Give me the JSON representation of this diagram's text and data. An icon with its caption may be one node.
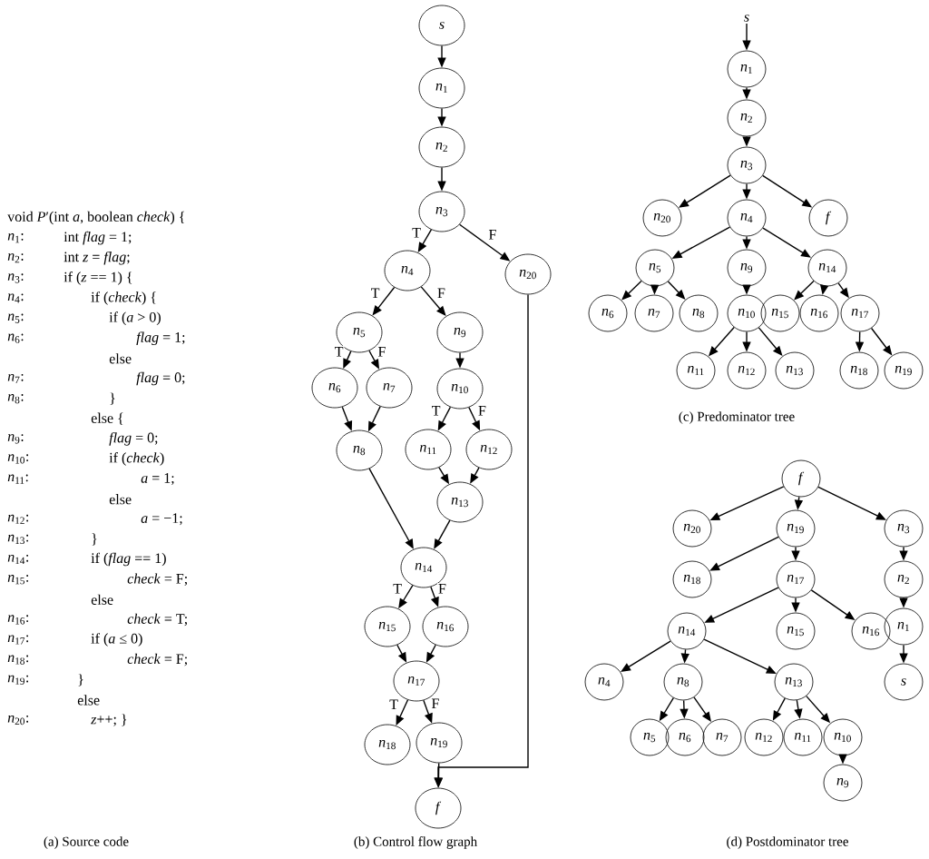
{
  "diagram": {
    "nodes": [
      {
        "text": [
          "*s*"
        ]
      },
      {
        "text": [
          "*n*$_{1}$"
        ]
      },
      {
        "text": [
          "*n*$_{2}$"
        ]
      },
      {
        "text": [
          "*n*$_{3}$"
        ]
      },
      {
        "text": [
          "*n*$_{4}$"
        ]
      },
      {
        "text": [
          "*n*$_{20}$"
        ]
      },
      {
        "text": [
          "*n*$_{5}$"
        ]
      },
      {
        "text": [
          "*n*$_{9}$"
        ]
      },
      {
        "text": [
          "*n*$_{6}$"
        ]
      },
      {
        "text": [
          "*n*$_{7}$"
        ]
      },
      {
        "text": [
          "*n*$_{10}$"
        ]
      },
      {
        "text": [
          "*n*$_{8}$"
        ]
      },
      {
        "text": [
          "*n*$_{11}$"
        ]
      },
      {
        "text": [
          "*n*$_{12}$"
        ]
      },
      {
        "text": [
          "*n*$_{13}$"
        ]
      },
      {
        "text": [
          "*n*$_{14}$"
        ]
      },
      {
        "text": [
          "*n*$_{15}$"
        ]
      },
      {
        "text": [
          "*n*$_{16}$"
        ]
      },
      {
        "text": [
          "*n*$_{17}$"
        ]
      },
      {
        "text": [
          "*n*$_{18}$"
        ]
      },
      {
        "text": [
          "*n*$_{19}$"
        ]
      },
      {
        "text": [
          "*f*"
        ]
      },
      {
        "text": [
          "*s*"
        ]
      },
      {
        "text": [
          "*n*$_{1}$"
        ]
      },
      {
        "text": [
          "*n*$_{2}$"
        ]
      },
      {
        "text": [
          "*n*$_{3}$"
        ]
      },
      {
        "text": [
          "*n*$_{20}$"
        ]
      },
      {
        "text": [
          "*n*$_{4}$"
        ]
      },
      {
        "text": [
          "*f*"
        ]
      },
      {
        "text": [
          "*n*$_{5}$"
        ]
      },
      {
        "text": [
          "*n*$_{9}$"
        ]
      },
      {
        "text": [
          "*n*$_{14}$"
        ]
      },
      {
        "text": [
          "*n*$_{6}$"
        ]
      },
      {
        "text": [
          "*n*$_{7}$"
        ]
      },
      {
        "text": [
          "*n*$_{8}$"
        ]
      },
      {
        "text": [
          "*n*$_{10}$"
        ]
      },
      {
        "text": [
          "*n*$_{15}$"
        ]
      },
      {
        "text": [
          "*n*$_{16}$"
        ]
      },
      {
        "text": [
          "*n*$_{17}$"
        ]
      },
      {
        "text": [
          "*n*$_{11}$"
        ]
      },
      {
        "text": [
          "*n*$_{12}$"
        ]
      },
      {
        "text": [
          "*n*$_{13}$"
        ]
      },
      {
        "text": [
          "*n*$_{18}$"
        ]
      },
      {
        "text": [
          "*n*$_{19}$"
        ]
      },
      {
        "text": [
          "*f*"
        ]
      },
      {
        "text": [
          "*n*$_{20}$"
        ]
      },
      {
        "text": [
          "*n*$_{19}$"
        ]
      },
      {
        "text": [
          "*n*$_{3}$"
        ]
      },
      {
        "text": [
          "*n*$_{18}$"
        ]
      },
      {
        "text": [
          "*n*$_{17}$"
        ]
      },
      {
        "text": [
          "*n*$_{2}$"
        ]
      },
      {
        "text": [
          "*n*$_{14}$"
        ]
      },
      {
        "text": [
          "*n*$_{15}$"
        ]
      },
      {
        "text": [
          "*n*$_{16}$"
        ]
      },
      {
        "text": [
          "*n*$_{1}$"
        ]
      },
      {
        "text": [
          "*n*$_{4}$"
        ]
      },
      {
        "text": [
          "*n*$_{8}$"
        ]
      },
      {
        "text": [
          "*n*$_{13}$"
        ]
      },
      {
        "text": [
          "*s*"
        ]
      },
      {
        "text": [
          "*n*$_{5}$"
        ]
      },
      {
        "text": [
          "*n*$_{6}$"
        ]
      },
      {
        "text": [
          "*n*$_{7}$"
        ]
      },
      {
        "text": [
          "*n*$_{12}$"
        ]
      },
      {
        "text": [
          "*n*$_{11}$"
        ]
      },
      {
        "text": [
          "*n*$_{10}$"
        ]
      },
      {
        "text": [
          "*n*$_{9}$"
        ]
      }
    ],
    "edges": [
      {
        "from": 0,
        "to": 1,
        "arrow": "to"
      },
      {
        "from": 1,
        "to": 2,
        "arrow": "to"
      },
      {
        "from": 2,
        "to": 3,
        "arrow": "to"
      },
      {
        "from": 3,
        "to": 4,
        "arrow": "to",
        "label": "T"
      },
      {
        "from": 3,
        "to": 5,
        "arrow": "to",
        "label": "F"
      },
      {
        "from": 4,
        "to": 6,
        "arrow": "to",
        "label": "T"
      },
      {
        "from": 4,
        "to": 7,
        "arrow": "to",
        "label": "F"
      },
      {
        "from": 6,
        "to": 8,
        "arrow": "to",
        "label": "T"
      },
      {
        "from": 6,
        "to": 9,
        "arrow": "to",
        "label": "F"
      },
      {
        "from": 7,
        "to": 10,
        "arrow": "to"
      },
      {
        "from": 8,
        "to": 11,
        "arrow": "to"
      },
      {
        "from": 9,
        "to": 11,
        "arrow": "to"
      },
      {
        "from": 10,
        "to": 12,
        "arrow": "to",
        "label": "T"
      },
      {
        "from": 10,
        "to": 13,
        "arrow": "to",
        "label": "F"
      },
      {
        "from": 12,
        "to": 14,
        "arrow": "to"
      },
      {
        "from": 13,
        "to": 14,
        "arrow": "to"
      },
      {
        "from": 11,
        "to": 15,
        "arrow": "to"
      },
      {
        "from": 14,
        "to": 15,
        "arrow": "to"
      },
      {
        "from": 15,
        "to": 16,
        "arrow": "to",
        "label": "T"
      },
      {
        "from": 15,
        "to": 17,
        "arrow": "to",
        "label": "F"
      },
      {
        "from": 16,
        "to": 18,
        "arrow": "to"
      },
      {
        "from": 17,
        "to": 18,
        "arrow": "to"
      },
      {
        "from": 18,
        "to": 19,
        "arrow": "to",
        "label": "T"
      },
      {
        "from": 18,
        "to": 20,
        "arrow": "to",
        "label": "F"
      },
      {
        "from": 20,
        "to": 21,
        "arrow": "to"
      },
      {
        "from": 5,
        "to": 21,
        "arrow": "to"
      },
      {
        "from": 22,
        "to": 23,
        "arrow": "to"
      },
      {
        "from": 23,
        "to": 24,
        "arrow": "to"
      },
      {
        "from": 24,
        "to": 25,
        "arrow": "to"
      },
      {
        "from": 25,
        "to": 26,
        "arrow": "to"
      },
      {
        "from": 25,
        "to": 27,
        "arrow": "to"
      },
      {
        "from": 25,
        "to": 28,
        "arrow": "to"
      },
      {
        "from": 27,
        "to": 29,
        "arrow": "to"
      },
      {
        "from": 27,
        "to": 30,
        "arrow": "to"
      },
      {
        "from": 27,
        "to": 31,
        "arrow": "to"
      },
      {
        "from": 29,
        "to": 32,
        "arrow": "to"
      },
      {
        "from": 29,
        "to": 33,
        "arrow": "to"
      },
      {
        "from": 29,
        "to": 34,
        "arrow": "to"
      },
      {
        "from": 30,
        "to": 35,
        "arrow": "to"
      },
      {
        "from": 31,
        "to": 36,
        "arrow": "to"
      },
      {
        "from": 31,
        "to": 37,
        "arrow": "to"
      },
      {
        "from": 31,
        "to": 38,
        "arrow": "to"
      },
      {
        "from": 35,
        "to": 39,
        "arrow": "to"
      },
      {
        "from": 35,
        "to": 40,
        "arrow": "to"
      },
      {
        "from": 35,
        "to": 41,
        "arrow": "to"
      },
      {
        "from": 38,
        "to": 42,
        "arrow": "to"
      },
      {
        "from": 38,
        "to": 43,
        "arrow": "to"
      },
      {
        "from": 44,
        "to": 45,
        "arrow": "to"
      },
      {
        "from": 44,
        "to": 46,
        "arrow": "to"
      },
      {
        "from": 44,
        "to": 47,
        "arrow": "to"
      },
      {
        "from": 46,
        "to": 48,
        "arrow": "to"
      },
      {
        "from": 46,
        "to": 49,
        "arrow": "to"
      },
      {
        "from": 47,
        "to": 50,
        "arrow": "to"
      },
      {
        "from": 49,
        "to": 51,
        "arrow": "to"
      },
      {
        "from": 49,
        "to": 52,
        "arrow": "to"
      },
      {
        "from": 49,
        "to": 53,
        "arrow": "to"
      },
      {
        "from": 50,
        "to": 54,
        "arrow": "to"
      },
      {
        "from": 51,
        "to": 55,
        "arrow": "to"
      },
      {
        "from": 51,
        "to": 56,
        "arrow": "to"
      },
      {
        "from": 51,
        "to": 57,
        "arrow": "to"
      },
      {
        "from": 54,
        "to": 58,
        "arrow": "to"
      },
      {
        "from": 56,
        "to": 59,
        "arrow": "to"
      },
      {
        "from": 56,
        "to": 60,
        "arrow": "to"
      },
      {
        "from": 56,
        "to": 61,
        "arrow": "to"
      },
      {
        "from": 57,
        "to": 62,
        "arrow": "to"
      },
      {
        "from": 57,
        "to": 63,
        "arrow": "to"
      },
      {
        "from": 57,
        "to": 64,
        "arrow": "to"
      },
      {
        "from": 64,
        "to": 65,
        "arrow": "to"
      }
    ],
    "labels": [
      "void *P*′(int *a*, boolean *check*) {",
      "*n*$_{1}$:",
      "int *flag* = 1;",
      "*n*$_{2}$:",
      "int *z* = *flag*;",
      "*n*$_{3}$:",
      "if (*z* == 1) {",
      "*n*$_{4}$:",
      "if (*check*) {",
      "*n*$_{5}$:",
      "if (*a* > 0)",
      "*n*$_{6}$:",
      "*flag* = 1;",
      "else",
      "*n*$_{7}$:",
      "*flag* = 0;",
      "*n*$_{8}$:",
      "}",
      "else {",
      "*n*$_{9}$:",
      "*flag* = 0;",
      "*n*$_{10}$:",
      "if (*check*)",
      "*n*$_{11}$:",
      "*a* = 1;",
      "else",
      "*n*$_{12}$:",
      "*a* = −1;",
      "*n*$_{13}$:",
      "}",
      "*n*$_{14}$:",
      "if (*flag* == 1)",
      "*n*$_{15}$:",
      "*check* = F;",
      "else",
      "*n*$_{16}$:",
      "*check* = T;",
      "*n*$_{17}$:",
      "if (*a* ≤ 0)",
      "*n*$_{18}$:",
      "*check* = F;",
      "*n*$_{19}$:",
      "}",
      "else",
      "*n*$_{20}$:",
      "*z*++; }",
      "(a) Source code",
      "(b) Control flow graph",
      "(c) Predominator tree",
      "(d) Postdominator tree"
    ]
  }
}
